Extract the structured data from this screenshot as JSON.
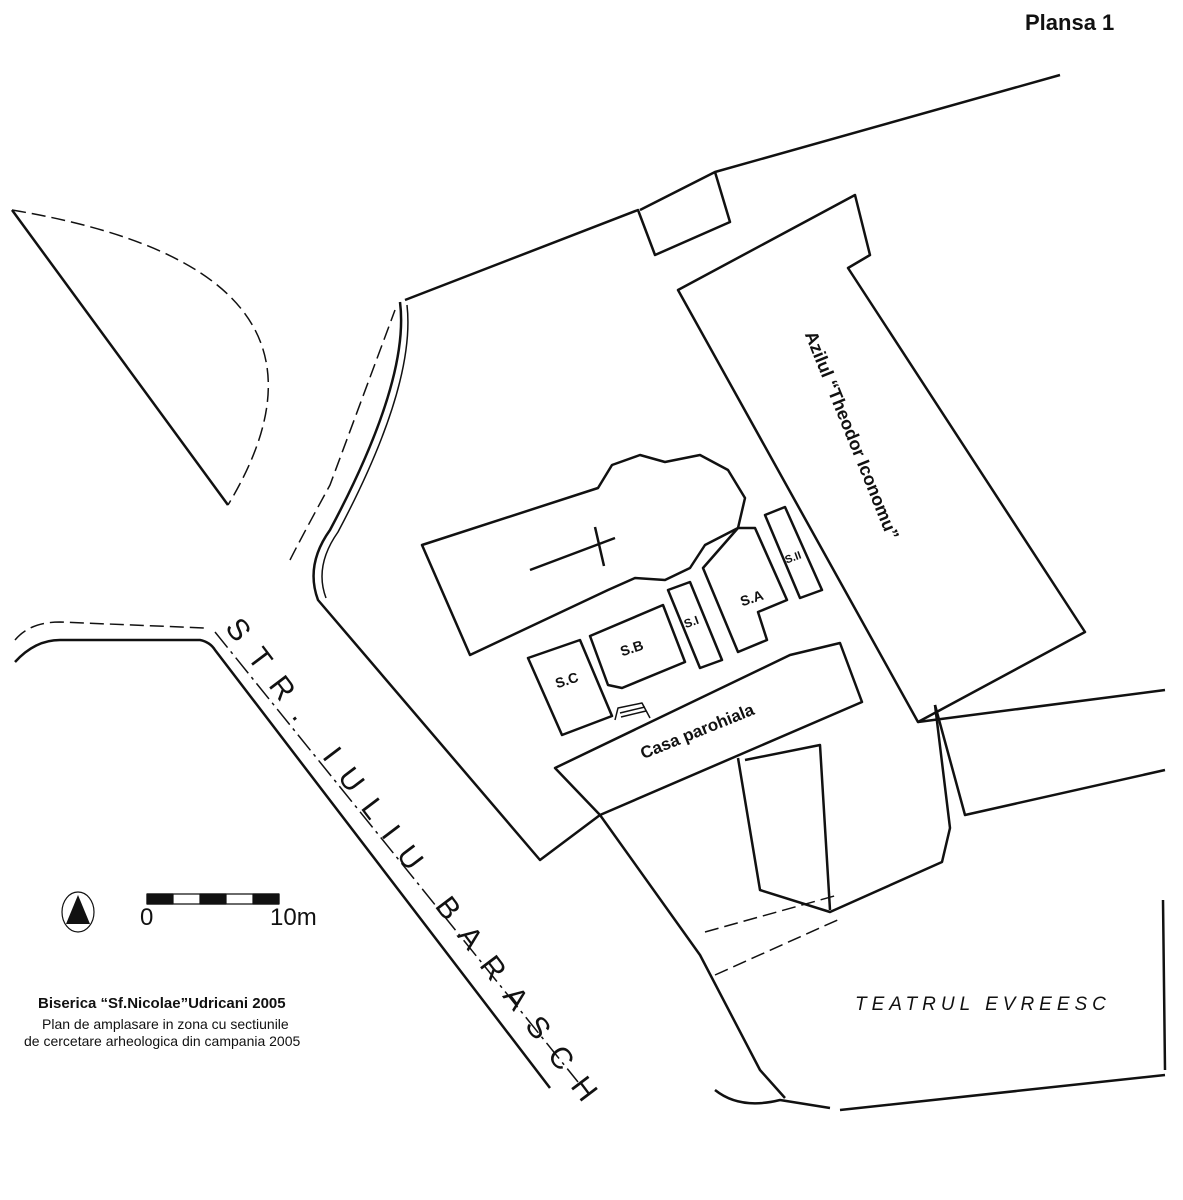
{
  "sheet_label": "Plansa 1",
  "labels": {
    "street": "STR. IULIU BARASCH",
    "asylum": "Azilul “Theodor Iconomu”",
    "parish_house": "Casa parohiala",
    "theatre": "TEATRUL EVREESC",
    "sections": {
      "sc": "S.C",
      "sb": "S.B",
      "si": "S.I",
      "sa": "S.A",
      "sii": "S.II"
    }
  },
  "scale_bar": {
    "start": "0",
    "end": "10m"
  },
  "north_arrow": "north-arrow-icon",
  "caption": {
    "title": "Biserica “Sf.Nicolae”Udricani 2005",
    "line1": "Plan de amplasare in zona cu sectiunile",
    "line2": "de cercetare arheologica din campania 2005"
  }
}
